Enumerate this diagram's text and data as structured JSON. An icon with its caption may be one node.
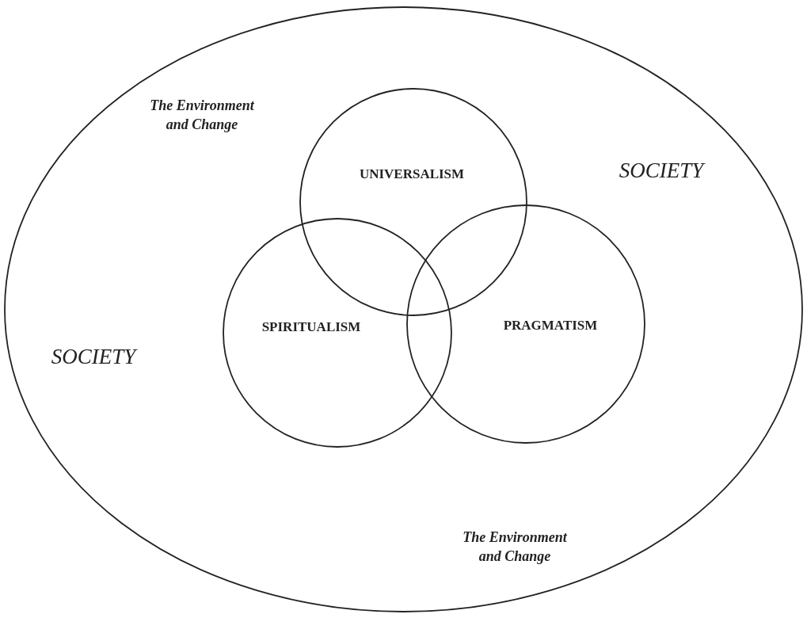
{
  "diagram": {
    "nodes": [
      {
        "text": [
          "The Environment and Change",
          "SOCIETY",
          "SOCIETY",
          "The Environment and Change"
        ]
      },
      {
        "text": [
          "UNIVERSALISM"
        ],
        "in": 0
      },
      {
        "text": [
          "SPIRITUALISM"
        ],
        "in": 0
      },
      {
        "text": [
          "PRAGMATISM"
        ],
        "in": 0
      }
    ]
  }
}
